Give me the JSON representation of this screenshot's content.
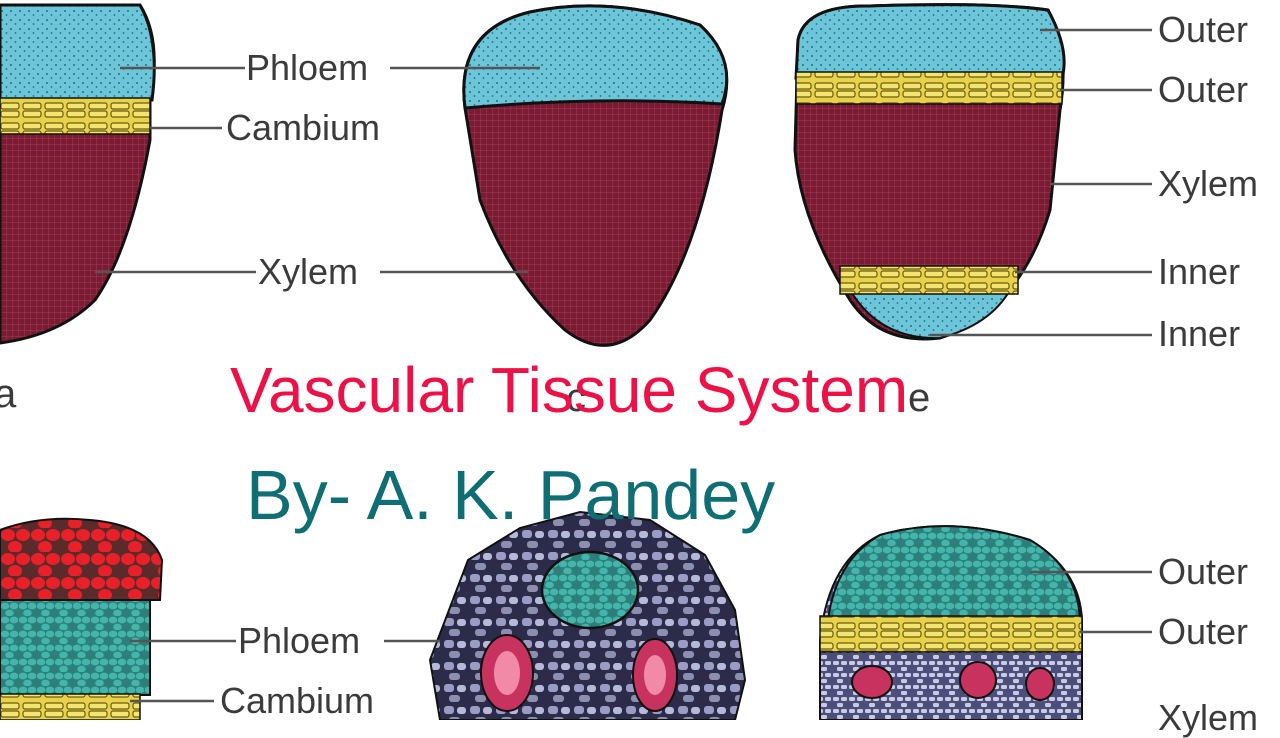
{
  "title": "Vascular Tissue System",
  "author": "By- A. K. Pandey",
  "figure_letters": {
    "a": "a",
    "c": "c",
    "e": "e"
  },
  "top_row": {
    "left_labels": {
      "phloem": "Phloem",
      "cambium": "Cambium",
      "xylem": "Xylem"
    },
    "right_labels": {
      "outer_phloem": "Outer",
      "outer_cambium": "Outer",
      "xylem": "Xylem",
      "inner_cambium": "Inner",
      "inner_phloem": "Inner"
    }
  },
  "bottom_row": {
    "left_labels": {
      "phloem": "Phloem",
      "cambium": "Cambium"
    },
    "right_labels": {
      "outer_phloem": "Outer",
      "outer_cambium": "Outer",
      "xylem": "Xylem"
    }
  },
  "colors": {
    "phloem": "#6cc6d8",
    "xylem": "#7a1b33",
    "cambium": "#e8d24a",
    "cell_red": "#e8202a",
    "cell_teal": "#3aa8a0",
    "ground_gray": "#8d8fb0",
    "title": "#ee1148",
    "author": "#0f6e73"
  }
}
